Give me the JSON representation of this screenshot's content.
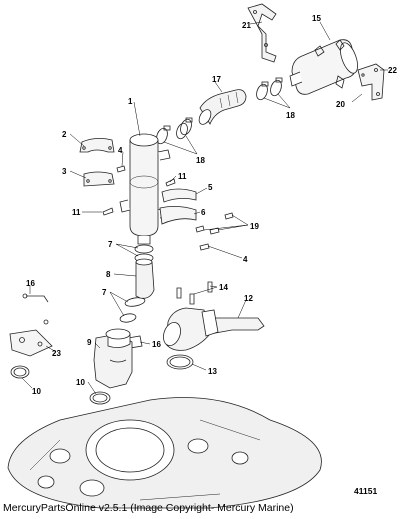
{
  "diagram": {
    "callouts": [
      "1",
      "2",
      "3",
      "4",
      "5",
      "6",
      "7",
      "8",
      "9",
      "10",
      "11",
      "12",
      "13",
      "14",
      "15",
      "16",
      "17",
      "18",
      "19",
      "20",
      "21",
      "22",
      "23"
    ],
    "figure_number": "41151"
  },
  "footer": {
    "credit": "MercuryPartsOnline v2.5.1 (Image Copyright- Mercury Marine)"
  }
}
